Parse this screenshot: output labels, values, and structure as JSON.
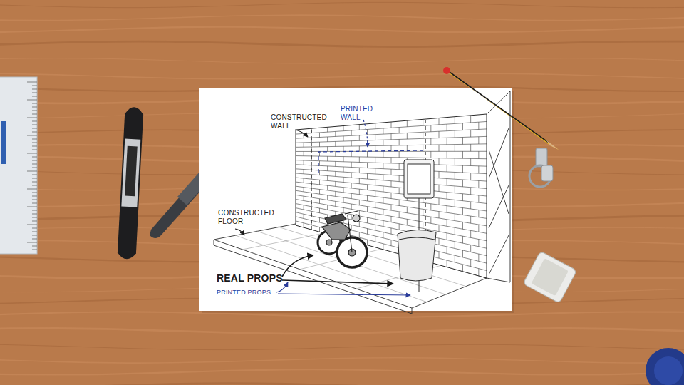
{
  "diagram": {
    "labels": [
      "CONSTRUCTED WALL",
      "PRINTED WALL",
      "CONSTRUCTED FLOOR",
      "REAL PROPS",
      "PRINTED PROPS"
    ]
  }
}
